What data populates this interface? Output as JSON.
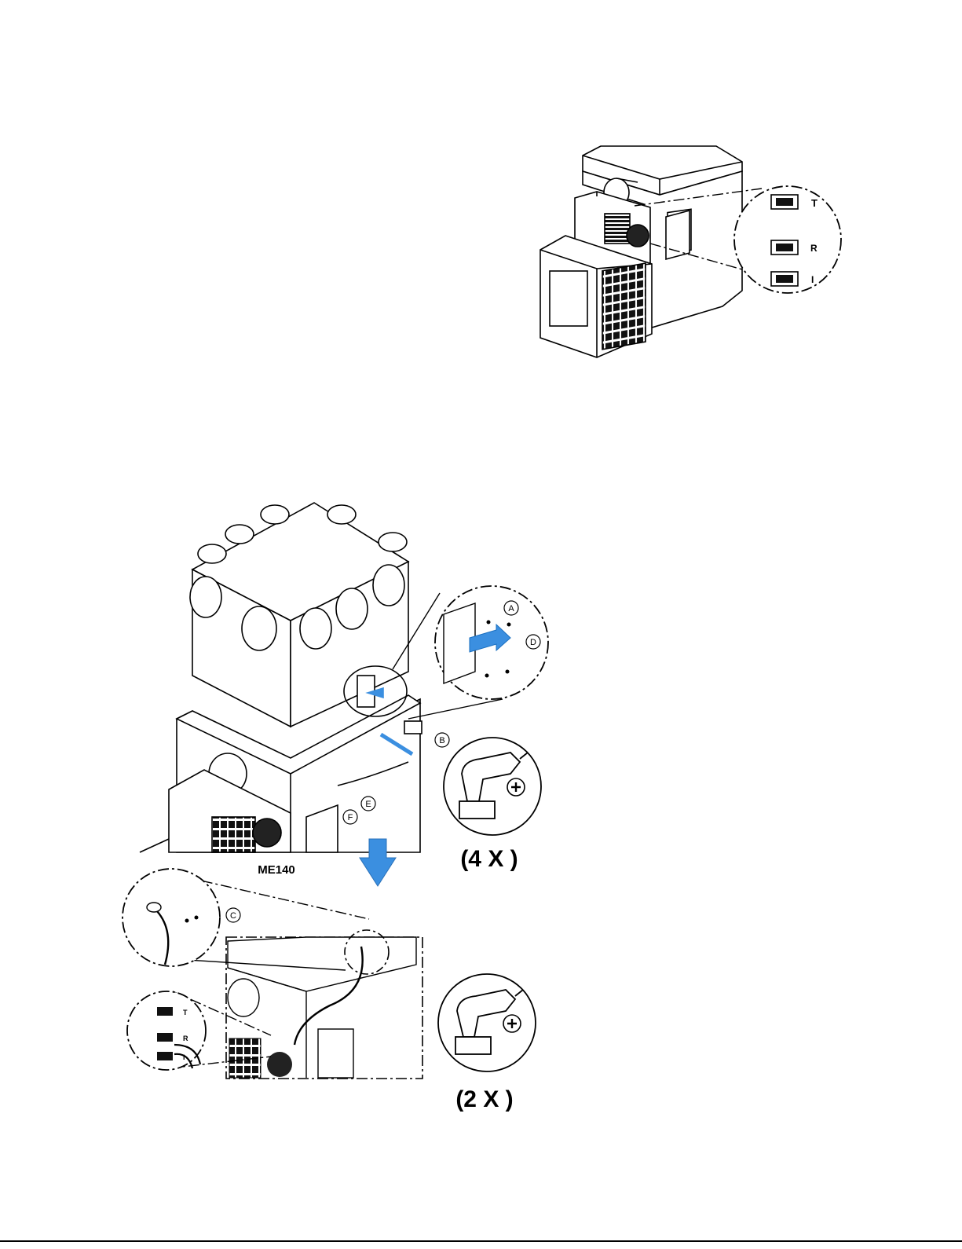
{
  "figure_top": {
    "terminal_labels": [
      "T",
      "R",
      "I"
    ]
  },
  "figure_bottom": {
    "model_label": "ME140",
    "callouts": [
      "A",
      "B",
      "C",
      "D",
      "E",
      "F"
    ],
    "quantity_4x": "(4 X )",
    "quantity_2x": "(2 X )",
    "lower_terminal_labels": [
      "T",
      "R",
      "I"
    ],
    "tool_icon": "cordless-drill-icon",
    "screw_head_icon": "phillips-screw-icon",
    "direction_arrow": "down-arrow-icon",
    "arrow_color": "#3b8fe0"
  }
}
